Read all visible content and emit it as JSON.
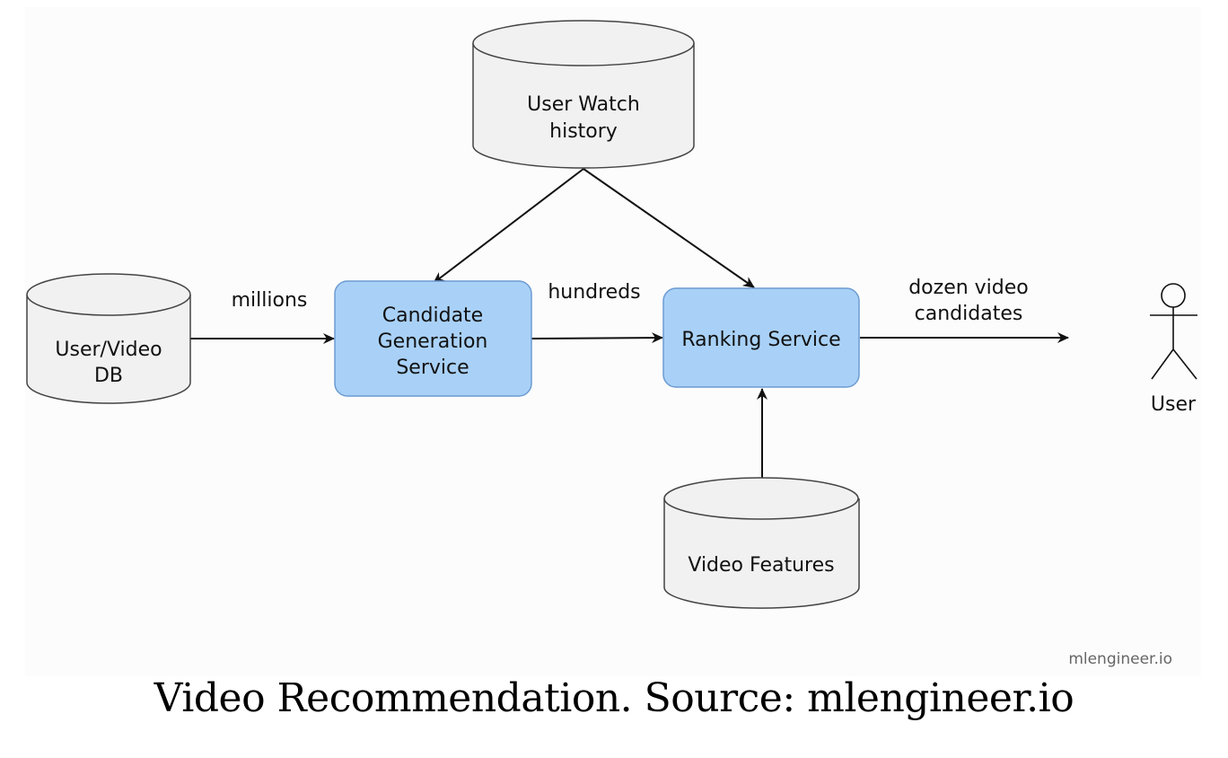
{
  "nodes": {
    "watch_history": {
      "line1": "User Watch",
      "line2": "history"
    },
    "user_video_db": {
      "line1": "User/Video",
      "line2": "DB"
    },
    "candidate_gen": {
      "line1": "Candidate",
      "line2": "Generation",
      "line3": "Service"
    },
    "ranking": {
      "label": "Ranking Service"
    },
    "video_features": {
      "label": "Video Features"
    },
    "user": {
      "label": "User"
    }
  },
  "edges": {
    "db_to_candidate": "millions",
    "candidate_to_ranking": "hundreds",
    "ranking_to_user_line1": "dozen video",
    "ranking_to_user_line2": "candidates"
  },
  "watermark": "mlengineer.io",
  "caption": "Video Recommendation. Source: mlengineer.io",
  "colors": {
    "service_fill": "#a9d1f7",
    "service_stroke": "#6c9bd2",
    "db_fill": "#f1f1f1",
    "db_stroke": "#444444",
    "edge": "#111111"
  }
}
